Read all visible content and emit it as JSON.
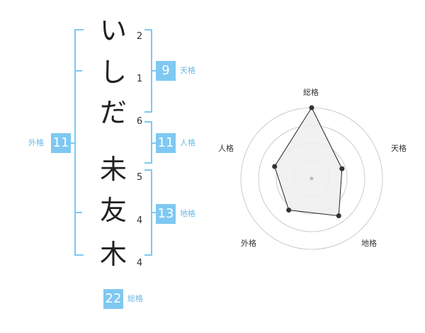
{
  "name_chars": [
    {
      "char": "い",
      "strokes": "2"
    },
    {
      "char": "し",
      "strokes": "1"
    },
    {
      "char": "だ",
      "strokes": "6"
    },
    {
      "char": "未",
      "strokes": "5"
    },
    {
      "char": "友",
      "strokes": "4"
    },
    {
      "char": "木",
      "strokes": "4"
    }
  ],
  "kakusu": {
    "tenkaku": {
      "value": "9",
      "label": "天格"
    },
    "jinkaku": {
      "value": "11",
      "label": "人格"
    },
    "chikaku": {
      "value": "13",
      "label": "地格"
    },
    "gaikaku": {
      "value": "11",
      "label": "外格"
    },
    "soukaku": {
      "value": "22",
      "label": "総格"
    }
  },
  "chart_data": {
    "type": "radar",
    "axes": [
      "総格",
      "天格",
      "地格",
      "外格",
      "人格"
    ],
    "values": [
      22,
      9,
      13,
      11,
      11
    ],
    "max_value": 20,
    "rings": 4,
    "colors": {
      "fill": "#eeeeee",
      "line": "#222222",
      "grid": "#cccccc"
    }
  },
  "colors": {
    "accent": "#7ec8f2",
    "bracket": "#7ec8f2"
  }
}
